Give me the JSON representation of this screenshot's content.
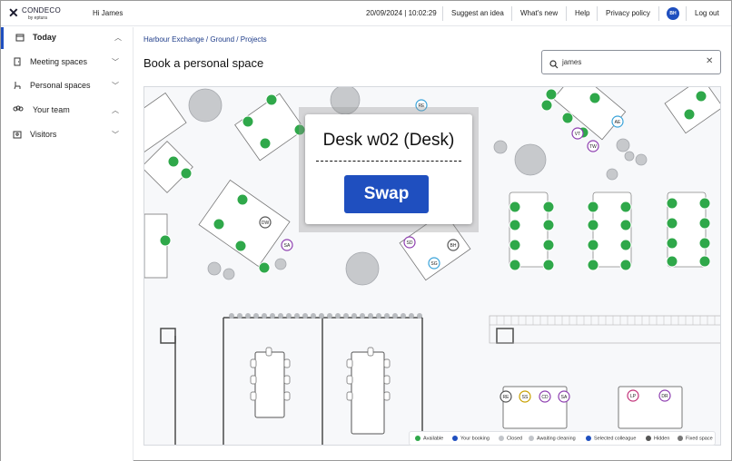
{
  "header": {
    "logo_text": "CONDECO",
    "logo_sub": "by eptura",
    "greeting": "Hi James",
    "datetime": "20/09/2024 | 10:02:29",
    "links": [
      "Suggest an idea",
      "What's new",
      "Help",
      "Privacy policy"
    ],
    "avatar_initials": "BH",
    "logout": "Log out"
  },
  "sidebar": {
    "items": [
      {
        "label": "Today",
        "icon": "calendar-icon"
      },
      {
        "label": "Meeting spaces",
        "icon": "door-icon"
      },
      {
        "label": "Personal spaces",
        "icon": "chair-icon"
      },
      {
        "label": "Your team",
        "icon": "team-icon"
      },
      {
        "label": "Visitors",
        "icon": "badge-icon"
      }
    ]
  },
  "main": {
    "breadcrumb": "Harbour Exchange / Ground / Projects",
    "title": "Book a personal space",
    "search_value": "james"
  },
  "popup": {
    "title": "Desk w02 (Desk)",
    "button": "Swap"
  },
  "map": {
    "colleagues": [
      "RE",
      "VT",
      "TW",
      "AE",
      "DW",
      "SA",
      "SD",
      "BH",
      "SG",
      "RE",
      "SS",
      "CD",
      "SA",
      "LP",
      "DR"
    ]
  },
  "legend": {
    "items": [
      "Available",
      "Your booking",
      "Closed",
      "Awaiting cleaning",
      "Selected colleague",
      "Hidden",
      "Fixed space"
    ]
  },
  "colors": {
    "accent": "#1f4fbf",
    "available": "#2fa84a",
    "map_bg": "#f7f8fa"
  }
}
